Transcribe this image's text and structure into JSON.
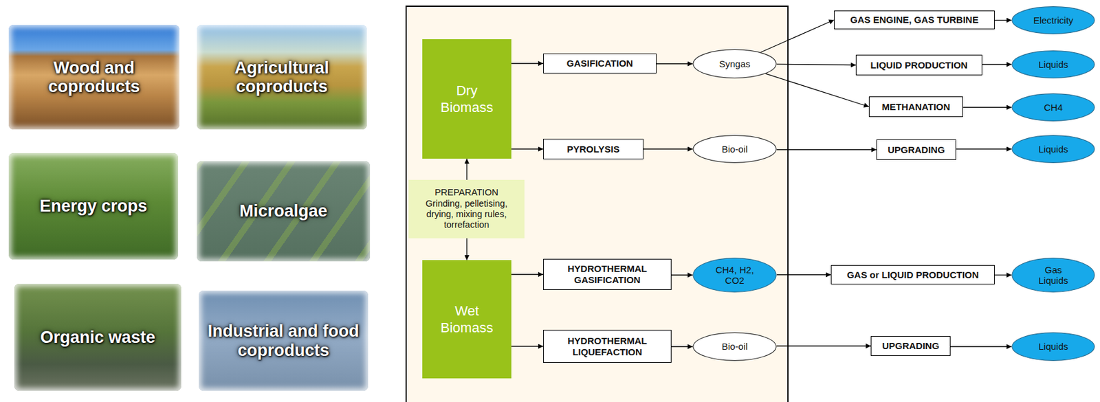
{
  "diagram": {
    "nodes": [
      {
        "text": [
          "Wood and coproducts"
        ]
      },
      {
        "text": [
          "Agricultural coproducts"
        ]
      },
      {
        "text": [
          "Energy crops"
        ]
      },
      {
        "text": [
          "Microalgae"
        ]
      },
      {
        "text": [
          "Organic waste"
        ]
      },
      {
        "text": [
          "Industrial and food coproducts"
        ]
      },
      {
        "text": [
          "Dry Biomass"
        ]
      },
      {
        "text": [
          "GASIFICATION"
        ]
      },
      {
        "text": [
          "Syngas"
        ]
      },
      {
        "text": [
          "PYROLYSIS"
        ]
      },
      {
        "text": [
          "Bio-oil"
        ]
      },
      {
        "text": [
          "PREPARATION",
          "Grinding, pelletising, drying, mixing rules, torrefaction"
        ]
      },
      {
        "text": [
          "Wet Biomass"
        ]
      },
      {
        "text": [
          "HYDROTHERMAL GASIFICATION"
        ]
      },
      {
        "text": [
          "CH4, H2, CO2"
        ]
      },
      {
        "text": [
          "HYDROTHERMAL LIQUEFACTION"
        ]
      },
      {
        "text": [
          "Bio-oil"
        ]
      },
      {
        "text": [
          "GAS ENGINE, GAS TURBINE"
        ]
      },
      {
        "text": [
          "Electricity"
        ]
      },
      {
        "text": [
          "LIQUID PRODUCTION"
        ]
      },
      {
        "text": [
          "Liquids"
        ]
      },
      {
        "text": [
          "METHANATION"
        ]
      },
      {
        "text": [
          "CH4"
        ]
      },
      {
        "text": [
          "UPGRADING"
        ]
      },
      {
        "text": [
          "Liquids"
        ]
      },
      {
        "text": [
          "GAS or LIQUID PRODUCTION"
        ]
      },
      {
        "text": [
          "Gas Liquids"
        ]
      },
      {
        "text": [
          "UPGRADING"
        ]
      },
      {
        "text": [
          "Liquids"
        ]
      }
    ],
    "edges": [
      {
        "from": 6,
        "to": 7,
        "arrow": "to"
      },
      {
        "from": 7,
        "to": 8,
        "arrow": "to"
      },
      {
        "from": 8,
        "to": 17,
        "arrow": "to"
      },
      {
        "from": 8,
        "to": 19,
        "arrow": "to"
      },
      {
        "from": 8,
        "to": 21,
        "arrow": "to"
      },
      {
        "from": 17,
        "to": 18,
        "arrow": "to"
      },
      {
        "from": 19,
        "to": 20,
        "arrow": "to"
      },
      {
        "from": 21,
        "to": 22,
        "arrow": "to"
      },
      {
        "from": 6,
        "to": 9,
        "arrow": "to"
      },
      {
        "from": 9,
        "to": 10,
        "arrow": "to"
      },
      {
        "from": 10,
        "to": 23,
        "arrow": "to"
      },
      {
        "from": 23,
        "to": 24,
        "arrow": "to"
      },
      {
        "from": 11,
        "to": 6,
        "arrow": "to"
      },
      {
        "from": 11,
        "to": 12,
        "arrow": "to"
      },
      {
        "from": 12,
        "to": 13,
        "arrow": "to"
      },
      {
        "from": 13,
        "to": 14,
        "arrow": "to"
      },
      {
        "from": 14,
        "to": 25,
        "arrow": "to"
      },
      {
        "from": 25,
        "to": 26,
        "arrow": "to"
      },
      {
        "from": 12,
        "to": 15,
        "arrow": "to"
      },
      {
        "from": 15,
        "to": 16,
        "arrow": "to"
      },
      {
        "from": 16,
        "to": 27,
        "arrow": "to"
      },
      {
        "from": 27,
        "to": 28,
        "arrow": "to"
      }
    ]
  }
}
